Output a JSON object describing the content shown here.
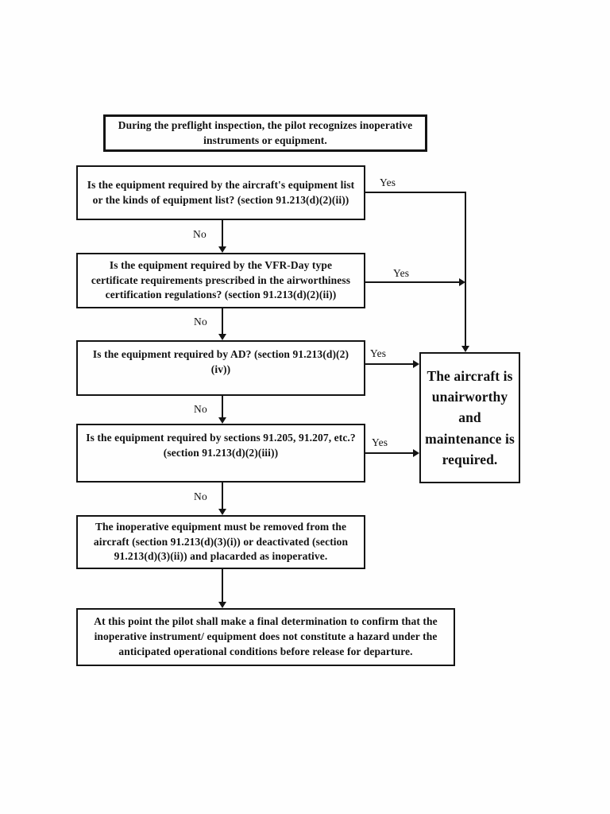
{
  "labels": {
    "yes": "Yes",
    "no": "No"
  },
  "nodes": {
    "start": {
      "text": "During the preflight inspection, the pilot recognizes inoperative instruments or equipment."
    },
    "q_equipment_list": {
      "text": "Is the equipment required by the aircraft's equipment list or the kinds of equipment list? (section 91.213(d)(2)(ii))"
    },
    "q_vfr_day": {
      "text": "Is the equipment required by the VFR-Day type certificate requirements prescribed in the airworthiness certification regulations? (section 91.213(d)(2)(ii))"
    },
    "q_ad": {
      "text": "Is the equipment required by AD? (section 91.213(d)(2)(iv))"
    },
    "q_sections": {
      "text": "Is the equipment required by sections 91.205, 91.207, etc.? (section 91.213(d)(2)(iii))"
    },
    "action_remove": {
      "text": "The inoperative equipment must be removed from the aircraft (section 91.213(d)(3)(i)) or deactivated (section 91.213(d)(3)(ii)) and placarded as inoperative."
    },
    "final_determination": {
      "text": "At this point the pilot shall make a final determination to confirm that the inoperative instrument/ equipment does not constitute a hazard under the anticipated operational conditions before release for departure."
    },
    "unairworthy": {
      "text": "The aircraft is unairworthy and maintenance is required."
    }
  },
  "colors": {
    "line": "#141414",
    "background": "#fefefe"
  }
}
